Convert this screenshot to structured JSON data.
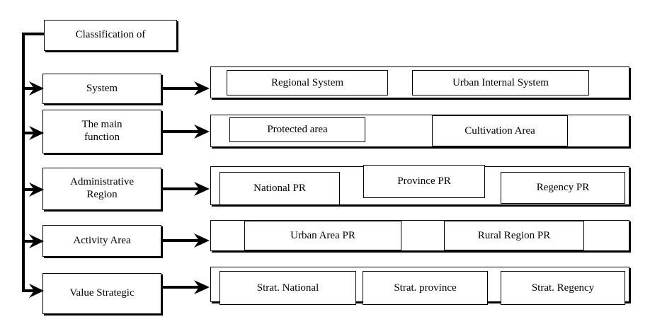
{
  "diagram": {
    "title_box": {
      "label": "Classification of"
    },
    "categories": [
      {
        "key": "system",
        "label": "System"
      },
      {
        "key": "main-function",
        "label": "The main\nfunction"
      },
      {
        "key": "admin-region",
        "label": "Administrative\nRegion"
      },
      {
        "key": "activity-area",
        "label": "Activity Area"
      },
      {
        "key": "value-strategic",
        "label": "Value Strategic"
      }
    ],
    "rows": [
      {
        "key": "system",
        "items": [
          {
            "label": "Regional System"
          },
          {
            "label": "Urban Internal System"
          }
        ]
      },
      {
        "key": "main-function",
        "items": [
          {
            "label": "Protected area"
          },
          {
            "label": "Cultivation Area"
          }
        ]
      },
      {
        "key": "admin-region",
        "items": [
          {
            "label": "National PR"
          },
          {
            "label": "Province PR"
          },
          {
            "label": "Regency PR"
          }
        ]
      },
      {
        "key": "activity-area",
        "items": [
          {
            "label": "Urban Area PR"
          },
          {
            "label": "Rural Region PR"
          }
        ]
      },
      {
        "key": "value-strategic",
        "items": [
          {
            "label": "Strat. National"
          },
          {
            "label": "Strat. province"
          },
          {
            "label": "Strat. Regency"
          }
        ]
      }
    ],
    "colors": {
      "line": "#000000",
      "fill": "#ffffff",
      "text": "#000000"
    }
  }
}
